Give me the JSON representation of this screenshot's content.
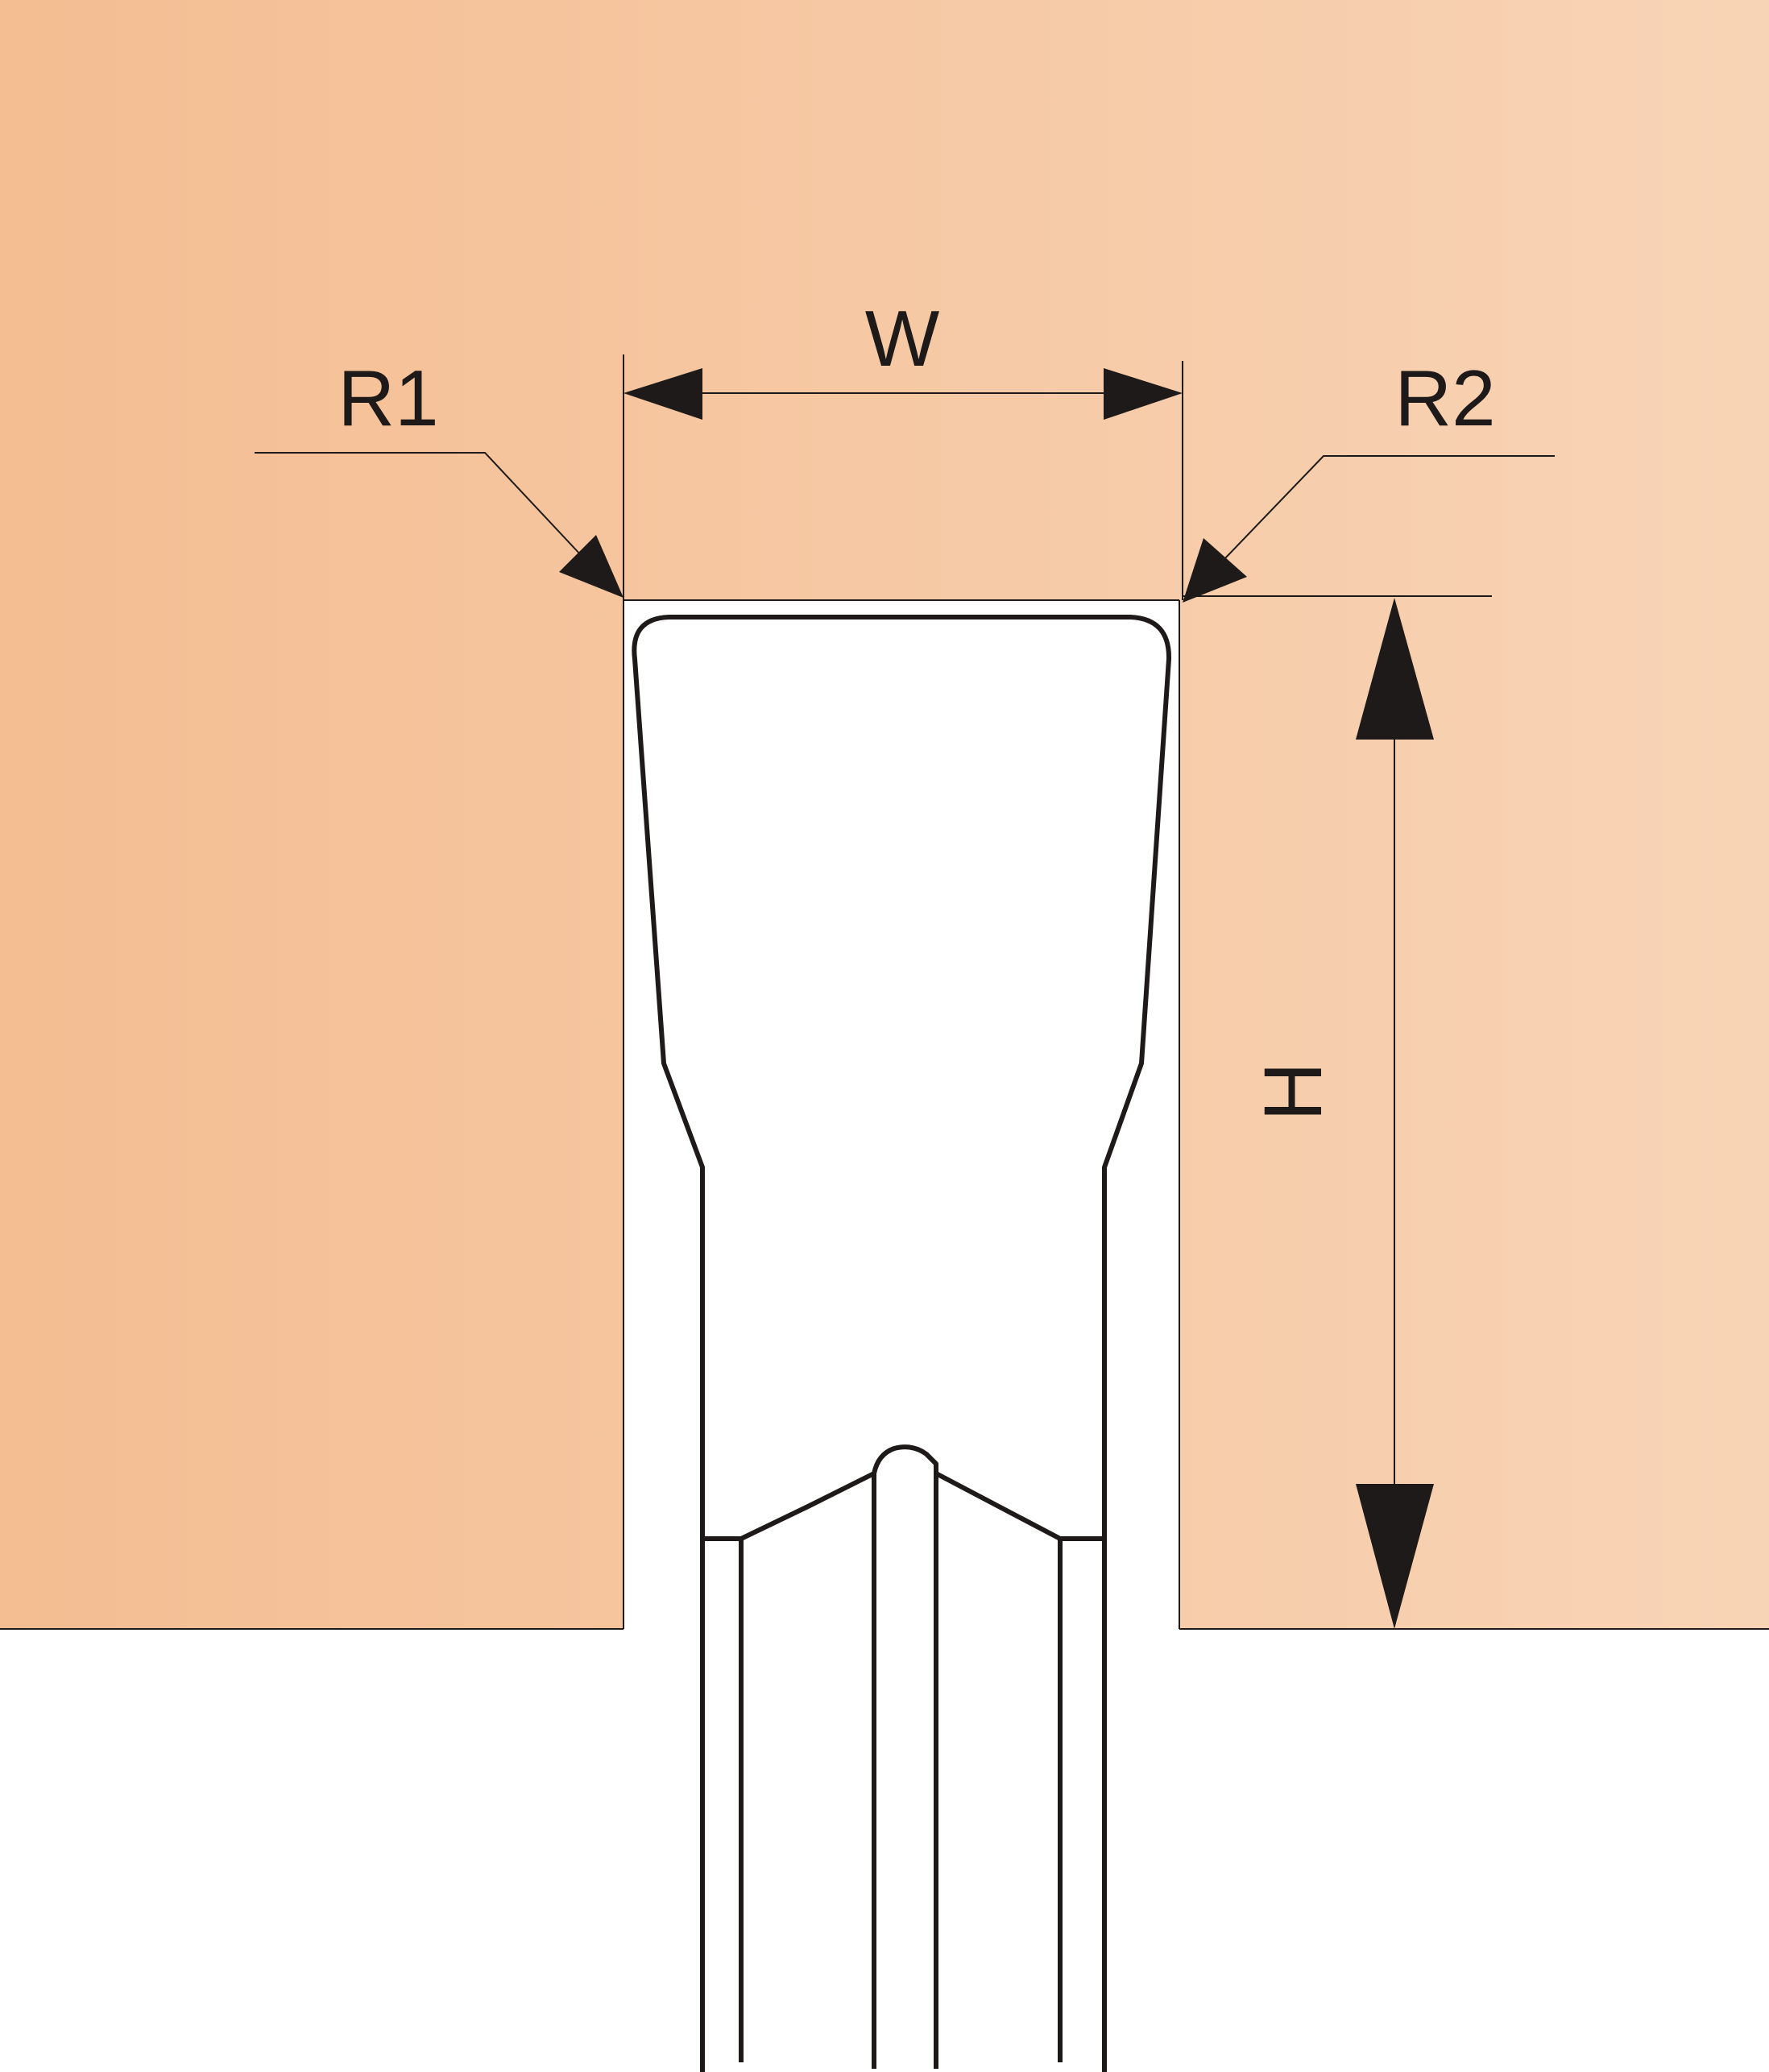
{
  "labels": {
    "r1": "R1",
    "r2": "R2",
    "w": "W",
    "h": "H"
  },
  "colors": {
    "material_left": "#f4bd92",
    "material_right": "#f8d4b6",
    "line": "#1e1a19",
    "background": "#ffffff"
  }
}
